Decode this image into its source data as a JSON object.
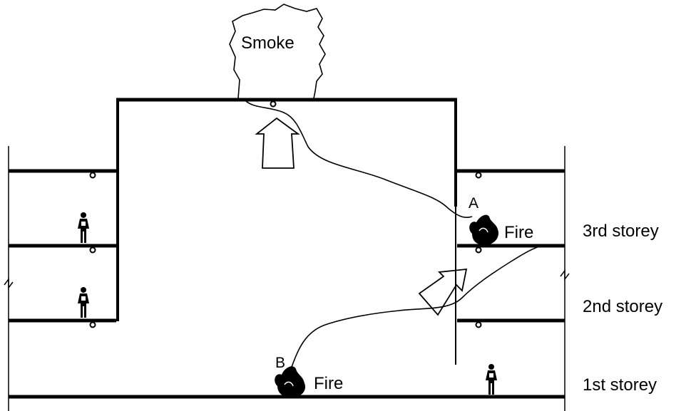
{
  "labels": {
    "smoke": "Smoke",
    "fire_a_letter": "A",
    "fire_a_text": "Fire",
    "fire_b_letter": "B",
    "fire_b_text": "Fire"
  },
  "storeys": {
    "third": "3rd storey",
    "second": "2nd storey",
    "first": "1st storey"
  },
  "colors": {
    "ink": "#000000",
    "background": "#ffffff"
  },
  "icons": {
    "person": "person-icon",
    "flame": "flame-icon",
    "detector": "smoke-detector-icon",
    "arrow": "up-arrow-icon"
  }
}
